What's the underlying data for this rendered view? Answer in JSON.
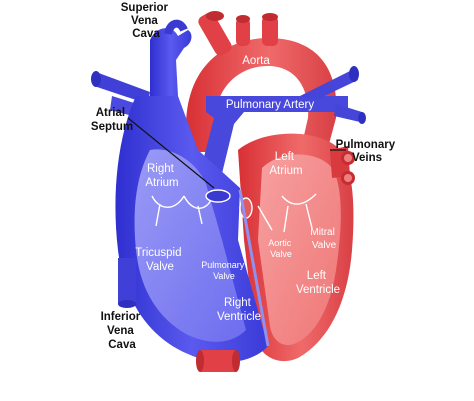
{
  "labels": {
    "superior_vena_cava": [
      "Superior",
      "Vena",
      "Cava"
    ],
    "aorta": "Aorta",
    "pulmonary_artery": "Pulmonary Artery",
    "atrial_septum": [
      "Atrial",
      "Septum"
    ],
    "pulmonary_veins": [
      "Pulmonary",
      "Veins"
    ],
    "right_atrium": [
      "Right",
      "Atrium"
    ],
    "left_atrium": [
      "Left",
      "Atrium"
    ],
    "tricuspid_valve": [
      "Tricuspid",
      "Valve"
    ],
    "pulmonary_valve": [
      "Pulmonary",
      "Valve"
    ],
    "aortic_valve": [
      "Aortic",
      "Valve"
    ],
    "mitral_valve": [
      "Mitral",
      "Valve"
    ],
    "left_ventricle": [
      "Left",
      "Ventricle"
    ],
    "right_ventricle": [
      "Right",
      "Ventricle"
    ],
    "inferior_vena_cava": [
      "Inferior",
      "Vena",
      "Cava"
    ]
  },
  "colors": {
    "deoxygenated_blue": "#4a4ae0",
    "oxygenated_red": "#e8474a",
    "label_dark": "#111111",
    "label_light": "#ffffff"
  }
}
